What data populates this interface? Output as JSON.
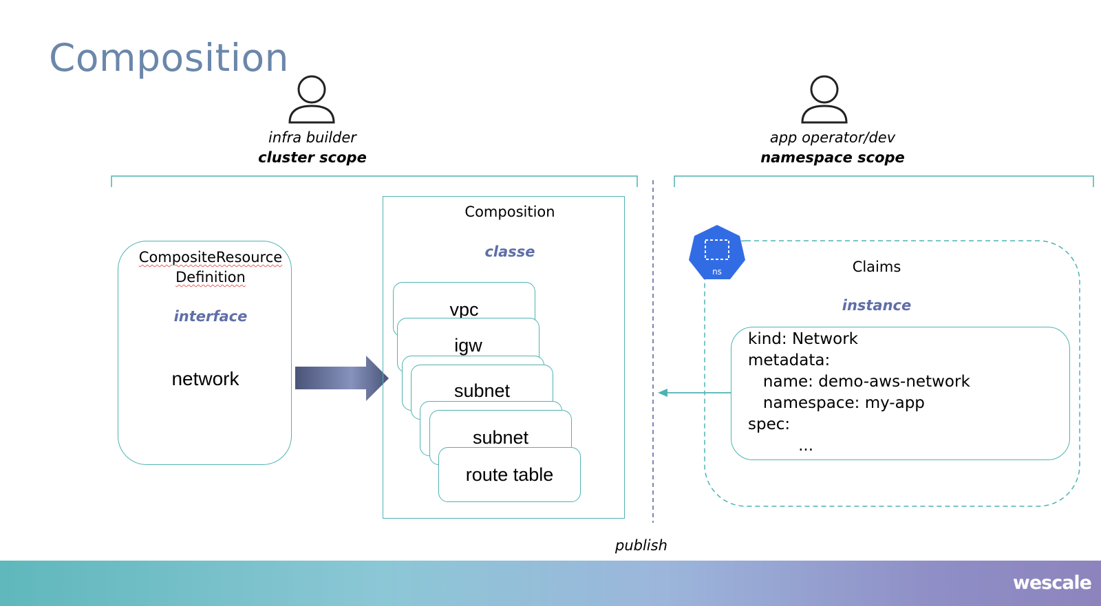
{
  "title": "Composition",
  "left_role": {
    "role": "infra builder",
    "scope": "cluster scope"
  },
  "right_role": {
    "role": "app operator/dev",
    "scope": "namespace scope"
  },
  "xrd": {
    "title_line1": "CompositeResource",
    "title_line2": "Definition",
    "kind": "interface",
    "name": "network"
  },
  "composition": {
    "title": "Composition",
    "kind": "classe",
    "items": [
      "vpc",
      "igw",
      "subnet",
      "subnet",
      "route table"
    ]
  },
  "claims": {
    "title": "Claims",
    "kind": "instance",
    "ns_badge": "ns",
    "yaml_lines": [
      "kind: Network",
      "metadata:",
      "   name: demo-aws-network",
      "   namespace: my-app",
      "spec:",
      "          ..."
    ]
  },
  "publish_label": "publish",
  "brand": "wescale",
  "colors": {
    "title": "#6b87aa",
    "teal_border": "#4fb2b2",
    "accent_label": "#5e6ea8",
    "ns_badge": "#326ce5",
    "divider": "#7a86b8"
  }
}
